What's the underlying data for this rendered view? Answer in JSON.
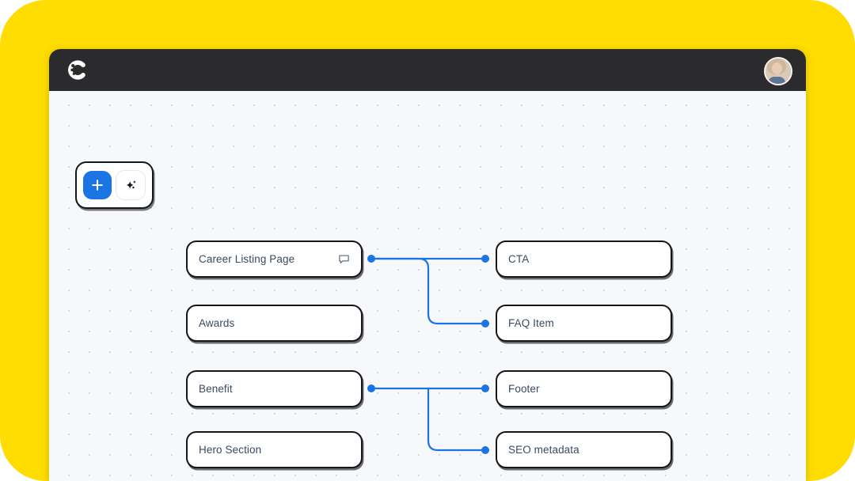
{
  "frame": {
    "background_color": "#FFDD00"
  },
  "window": {
    "header": {
      "logo_icon": "app-logo-c",
      "background_color": "#2B2B2E",
      "avatar_icon": "user-avatar"
    }
  },
  "canvas": {
    "background_color": "#F7F8FA",
    "dot_color": "#D4D7DD"
  },
  "toolbar": {
    "add_label": "+",
    "add_icon": "plus-icon",
    "add_color": "#1B74E4",
    "ai_icon": "sparkle-icon"
  },
  "nodes": {
    "left": [
      {
        "id": "career-listing-page",
        "label": "Career Listing Page",
        "icon": "comment-icon",
        "has_icon": true
      },
      {
        "id": "awards",
        "label": "Awards",
        "icon": "",
        "has_icon": false
      },
      {
        "id": "benefit",
        "label": "Benefit",
        "icon": "",
        "has_icon": false
      },
      {
        "id": "hero-section",
        "label": "Hero Section",
        "icon": "",
        "has_icon": false
      }
    ],
    "right": [
      {
        "id": "cta",
        "label": "CTA",
        "icon": "",
        "has_icon": false
      },
      {
        "id": "faq-item",
        "label": "FAQ Item",
        "icon": "",
        "has_icon": false
      },
      {
        "id": "footer",
        "label": "Footer",
        "icon": "",
        "has_icon": false
      },
      {
        "id": "seo-metadata",
        "label": "SEO metadata",
        "icon": "",
        "has_icon": false
      }
    ]
  },
  "connections": {
    "accent_color": "#1B74E4",
    "edges": [
      {
        "from": "career-listing-page",
        "to": "cta"
      },
      {
        "from": "career-listing-page",
        "to": "faq-item"
      },
      {
        "from": "benefit",
        "to": "footer"
      },
      {
        "from": "benefit",
        "to": "seo-metadata"
      }
    ]
  }
}
